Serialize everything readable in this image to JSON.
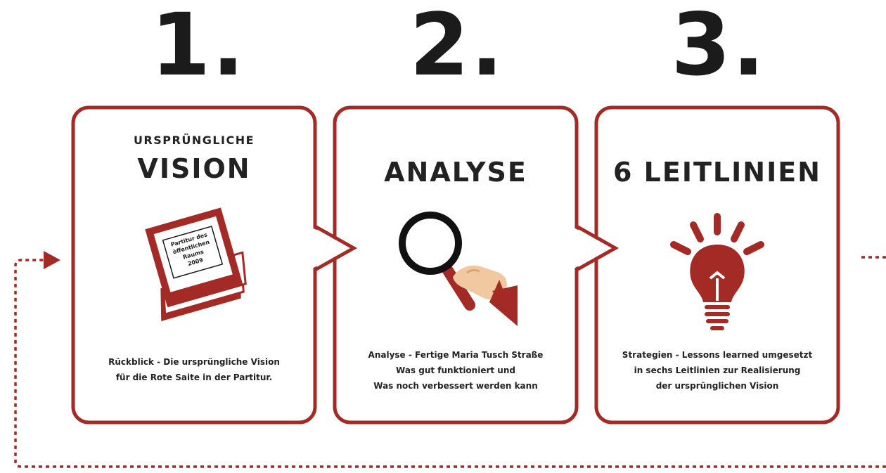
{
  "steps": [
    {
      "number": "1.",
      "kicker": "URSPRÜNGLICHE",
      "title": "VISION",
      "icon": "score-booklet-icon",
      "booklet_text": [
        "Partitur des",
        "öffentlichen",
        "Raums",
        "2009"
      ],
      "description": [
        "Rückblick - Die ursprüngliche Vision",
        "für die Rote Saite in der Partitur."
      ]
    },
    {
      "number": "2.",
      "title": "ANALYSE",
      "icon": "magnifier-hand-icon",
      "description": [
        "Analyse - Fertige Maria Tusch Straße",
        "Was gut funktioniert und",
        "Was noch verbessert werden kann"
      ]
    },
    {
      "number": "3.",
      "title": "6 LEITLINIEN",
      "icon": "light-bulb-icon",
      "description": [
        "Strategien - Lessons learned umgesetzt",
        "in sechs Leitlinien zur Realisierung",
        "der ursprünglichen Vision"
      ]
    }
  ],
  "colors": {
    "accent": "#a32a25",
    "dark": "#1b1b1b",
    "skin": "#f2c8a0",
    "background": "#ffffff"
  }
}
